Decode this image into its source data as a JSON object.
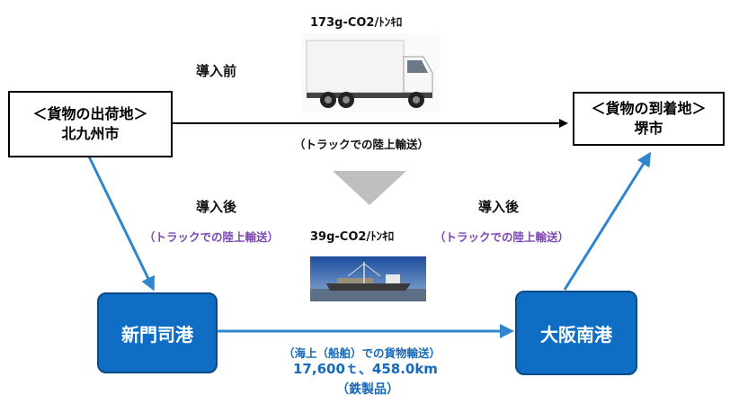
{
  "origin": {
    "title": "＜貨物の出荷地＞",
    "city": "北九州市"
  },
  "destination": {
    "title": "＜貨物の到着地＞",
    "city": "堺市"
  },
  "before": {
    "label": "導入前",
    "emission": "173g-CO2/ﾄﾝｷﾛ",
    "mode": "（トラックでの陸上輸送）"
  },
  "after": {
    "label_left": "導入後",
    "label_right": "導入後",
    "mode_left": "（トラックでの陸上輸送）",
    "mode_right": "（トラックでの陸上輸送）",
    "emission": "39g-CO2/ﾄﾝｷﾛ"
  },
  "ports": {
    "origin_port": "新門司港",
    "dest_port": "大阪南港"
  },
  "sea": {
    "mode": "（海上（船舶）での貨物輸送）",
    "volume": "17,600ｔ、458.0km",
    "cargo": "（鉄製品）"
  },
  "colors": {
    "port_box": "#0f6ec4",
    "arrow_blue": "#2f86cf",
    "down_arrow": "#bfbfbf",
    "purple_text": "#7e47b3"
  }
}
